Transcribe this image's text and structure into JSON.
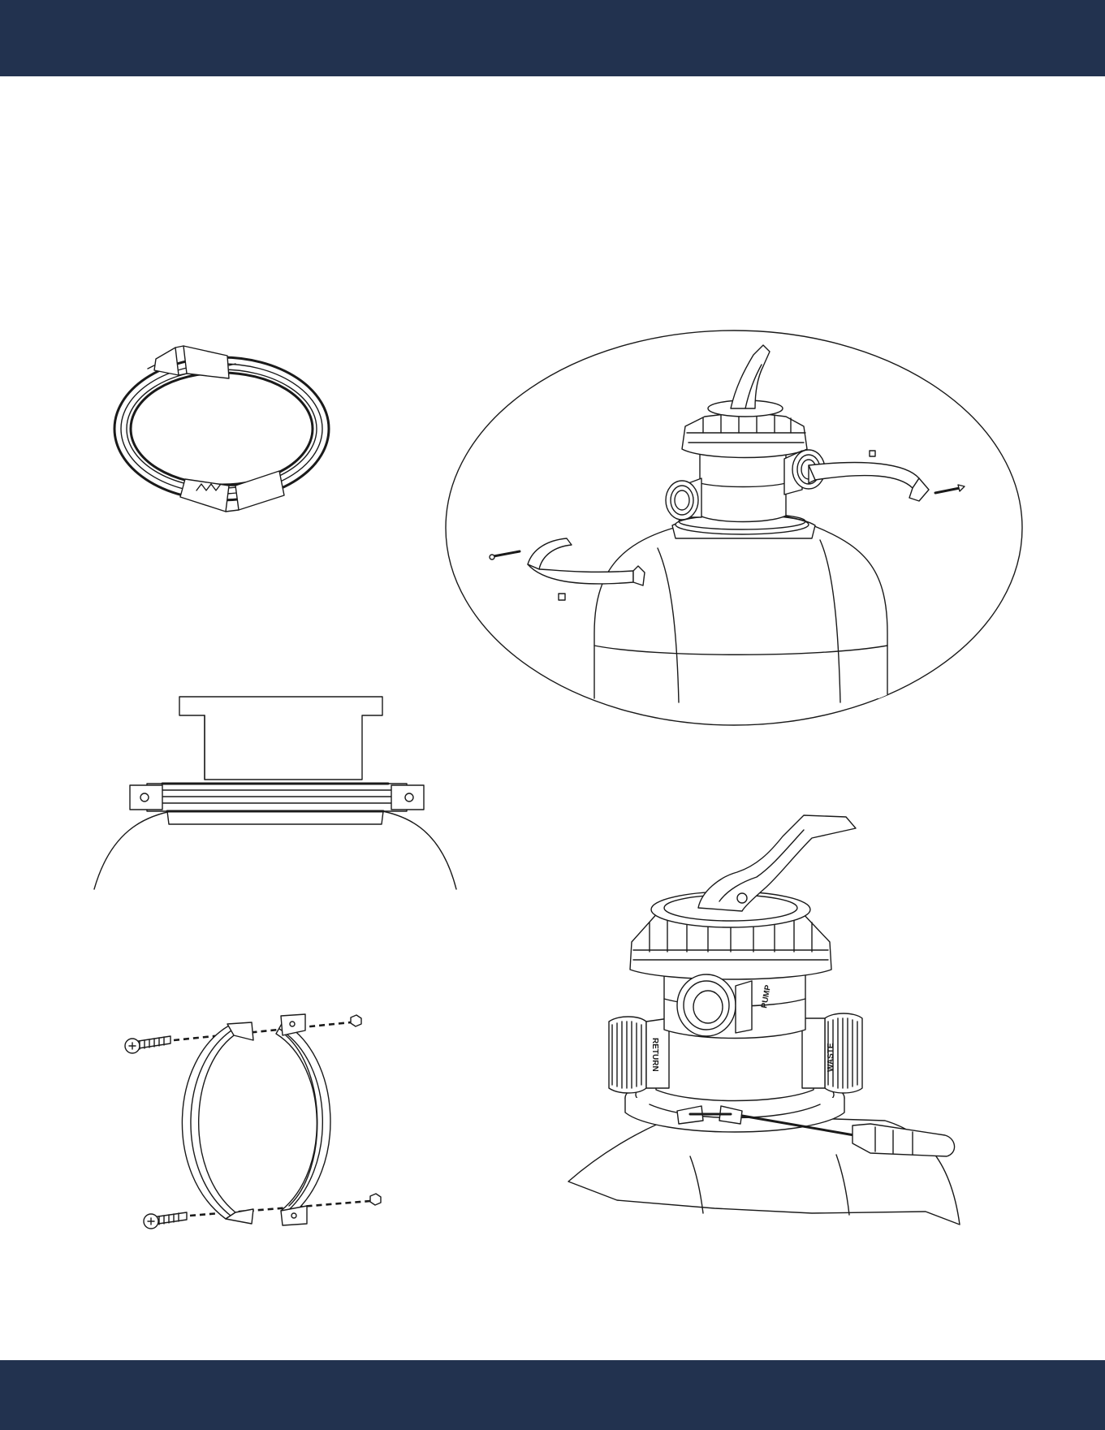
{
  "colors": {
    "band": "#22324f",
    "background": "#ffffff",
    "line": "#1a1a1a"
  },
  "valve_labels": {
    "pump": "PUMP",
    "return": "RETURN",
    "waste": "WASTE"
  }
}
